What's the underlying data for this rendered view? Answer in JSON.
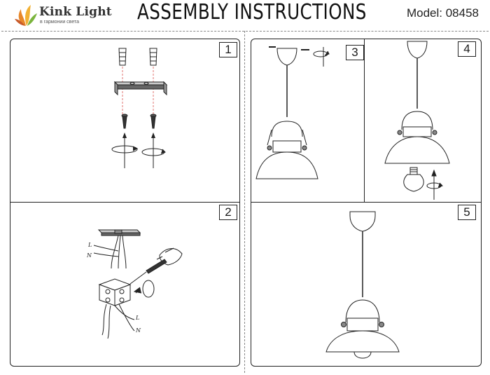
{
  "header": {
    "brand": "Kink Light",
    "brand_tagline": "в гармонии света",
    "title": "ASSEMBLY INSTRUCTIONS",
    "model": "Model: 08458"
  },
  "steps": [
    {
      "number": "1"
    },
    {
      "number": "2",
      "wire_labels": [
        "L",
        "N",
        "L",
        "N"
      ]
    },
    {
      "number": "3"
    },
    {
      "number": "4"
    },
    {
      "number": "5"
    }
  ],
  "colors": {
    "line": "#222222",
    "drill_guide": "#d9534f",
    "logo_orange": "#e8872a",
    "logo_green": "#7bb43c"
  },
  "icons": [
    "rotate-arrow-icon",
    "screwdriver-icon",
    "hand-icon",
    "bulb-icon"
  ]
}
